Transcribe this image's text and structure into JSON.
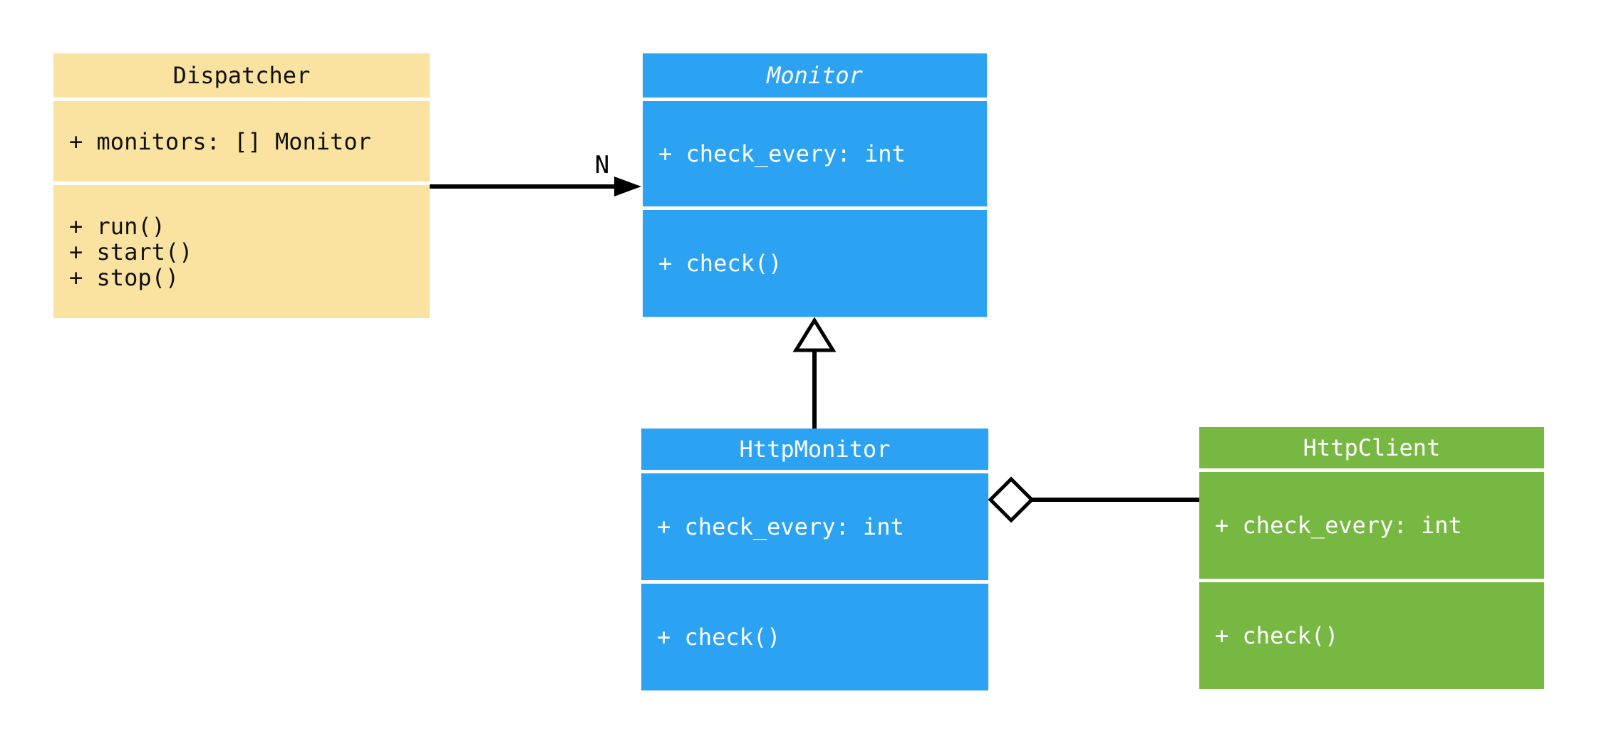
{
  "diagram": {
    "type": "uml-class-diagram",
    "background": "#ffffff",
    "line_color": "#000000",
    "classes": [
      {
        "id": "dispatcher",
        "name": "Dispatcher",
        "abstract": false,
        "color": "#FAE3A0",
        "text_color": "#111111",
        "attributes": [
          "+ monitors: [] Monitor"
        ],
        "methods": [
          "+ run()",
          "+ start()",
          "+ stop()"
        ]
      },
      {
        "id": "monitor",
        "name": "Monitor",
        "abstract": true,
        "color": "#2BA3F2",
        "text_color": "#ffffff",
        "attributes": [
          "+ check_every: int"
        ],
        "methods": [
          "+ check()"
        ]
      },
      {
        "id": "http-monitor",
        "name": "HttpMonitor",
        "abstract": false,
        "color": "#2BA3F2",
        "text_color": "#ffffff",
        "attributes": [
          "+ check_every: int"
        ],
        "methods": [
          "+ check()"
        ]
      },
      {
        "id": "http-client",
        "name": "HttpClient",
        "abstract": false,
        "color": "#77B843",
        "text_color": "#ffffff",
        "attributes": [
          "+ check_every: int"
        ],
        "methods": [
          "+ check()"
        ]
      }
    ],
    "relationships": [
      {
        "type": "association",
        "from": "Dispatcher",
        "to": "Monitor",
        "label": "N",
        "marker": "filled-arrow"
      },
      {
        "type": "inheritance",
        "from": "HttpMonitor",
        "to": "Monitor",
        "label": "",
        "marker": "hollow-triangle"
      },
      {
        "type": "aggregation",
        "from": "HttpMonitor",
        "to": "HttpClient",
        "label": "",
        "marker": "hollow-diamond"
      }
    ]
  }
}
